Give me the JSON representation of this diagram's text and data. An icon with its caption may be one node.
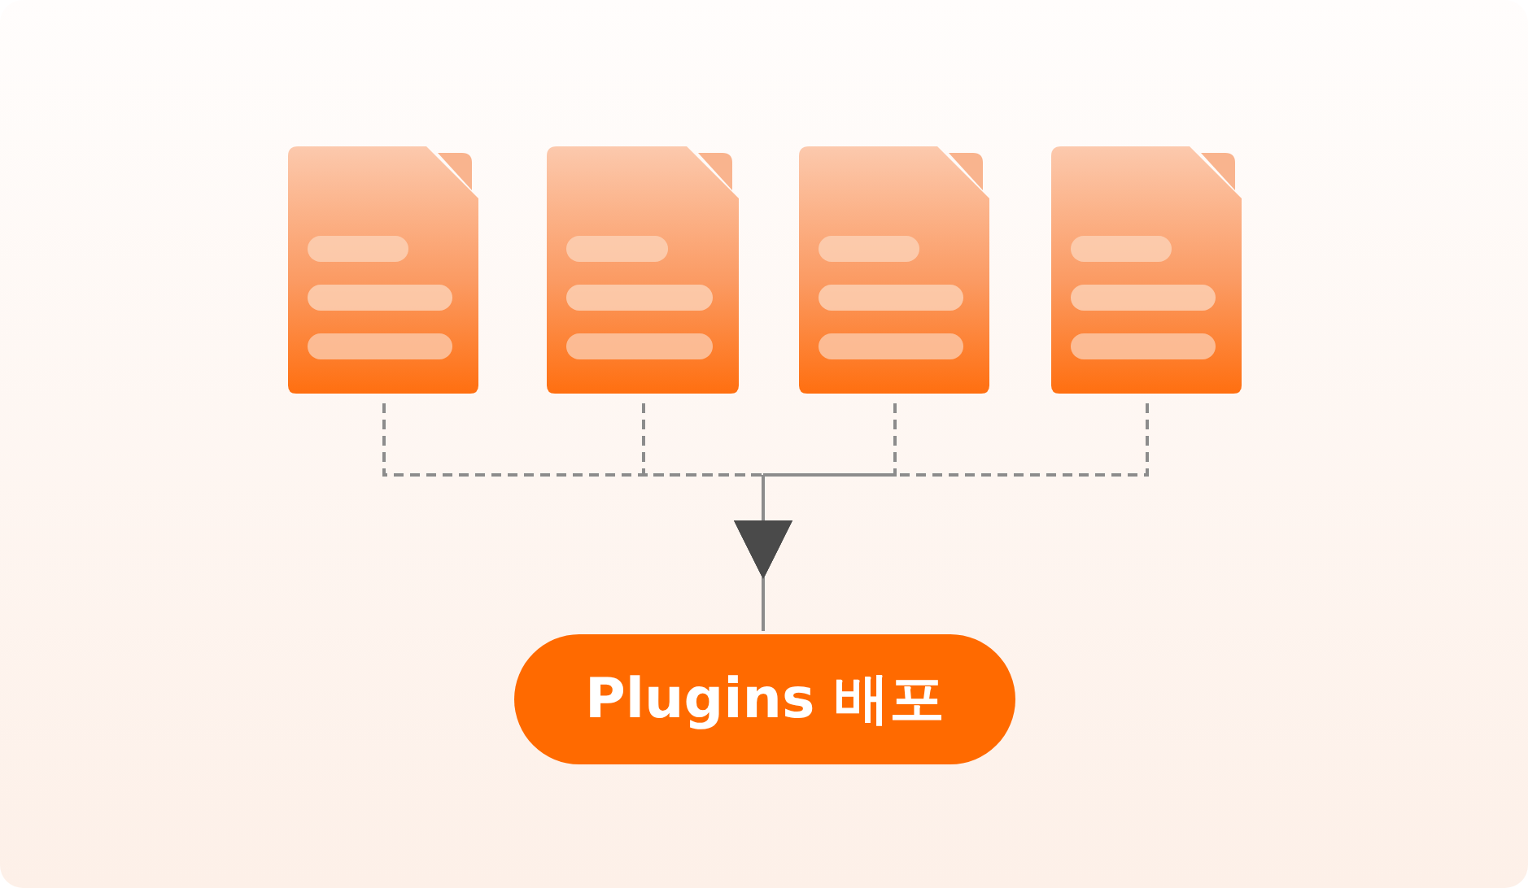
{
  "diagram": {
    "nodes": [
      {
        "text": [],
        "shape": "document"
      },
      {
        "text": [],
        "shape": "document"
      },
      {
        "text": [],
        "shape": "document"
      },
      {
        "text": [],
        "shape": "document"
      },
      {
        "text": [
          "Plugins 배포"
        ]
      }
    ],
    "edges": [
      {
        "from": 0,
        "to": 4,
        "arrow": "to",
        "style": "dashed"
      },
      {
        "from": 1,
        "to": 4,
        "arrow": "to",
        "style": "dashed"
      },
      {
        "from": 2,
        "to": 4,
        "arrow": "to",
        "style": "dashed"
      },
      {
        "from": 3,
        "to": 4,
        "arrow": "to",
        "style": "dashed"
      }
    ]
  }
}
